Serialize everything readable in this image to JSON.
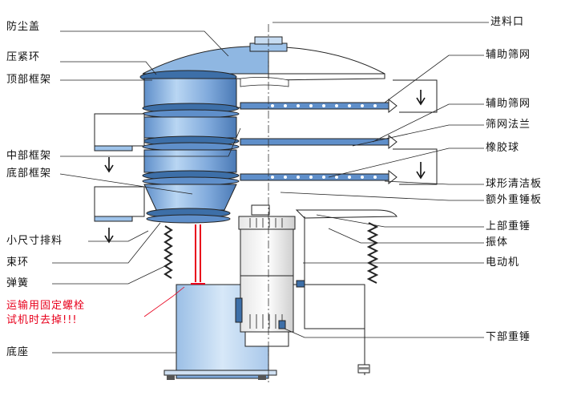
{
  "left_labels": [
    "防尘盖",
    "压紧环",
    "顶部框架",
    "中部框架",
    "底部框架",
    "小尺寸排料",
    "束环",
    "弹簧",
    "底座"
  ],
  "right_labels": [
    "进料口",
    "辅助筛网",
    "辅助筛网",
    "筛网法兰",
    "橡胶球",
    "球形清洁板",
    "额外重锤板",
    "上部重锤",
    "振体",
    "电动机",
    "下部重锤"
  ],
  "warning": {
    "line1": "运输用固定螺栓",
    "line2": "试机时去掉!!!",
    "color": "#e8001c"
  },
  "colors": {
    "body_fill": "#9ec3ea",
    "body_dark": "#3d6fa8",
    "outline": "#222222",
    "inner_fill": "#ffffff"
  }
}
